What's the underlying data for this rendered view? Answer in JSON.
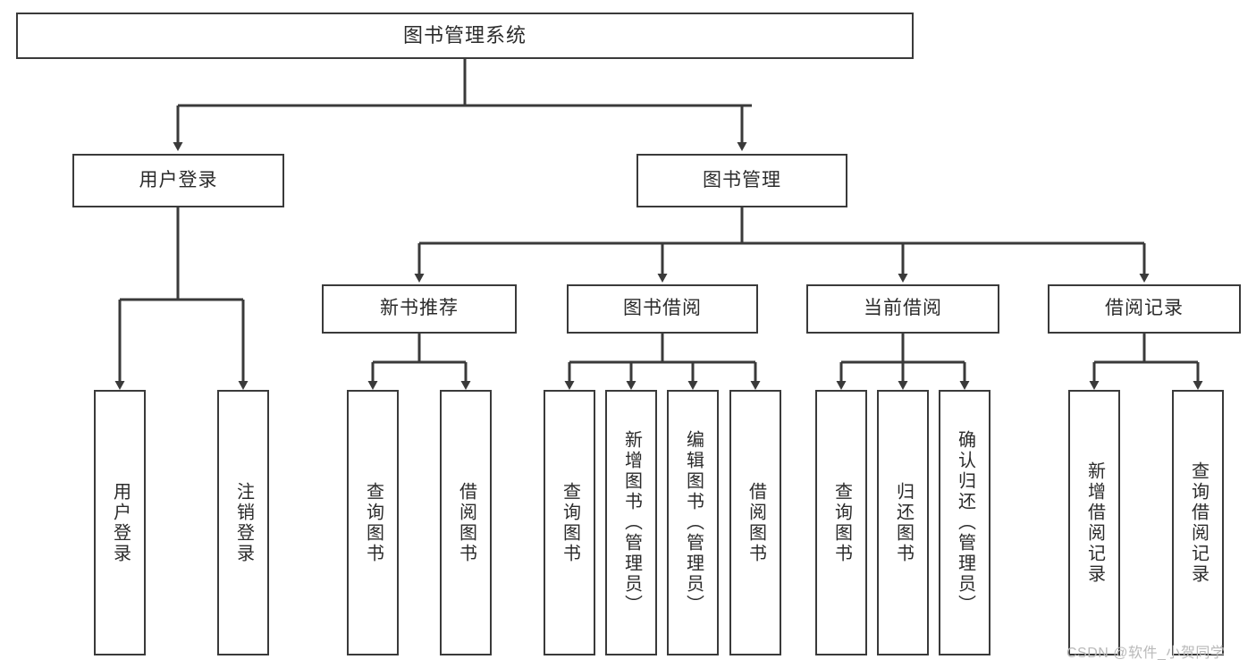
{
  "diagram": {
    "title_node": {
      "label": "图书管理系统"
    },
    "level2": [
      {
        "label": "用户登录"
      },
      {
        "label": "图书管理"
      }
    ],
    "level3": [
      {
        "label": "新书推荐"
      },
      {
        "label": "图书借阅"
      },
      {
        "label": "当前借阅"
      },
      {
        "label": "借阅记录"
      }
    ],
    "leaves": {
      "user_login": [
        {
          "label": "用户登录"
        },
        {
          "label": "注销登录"
        }
      ],
      "new_book_recommend": [
        {
          "label": "查询图书"
        },
        {
          "label": "借阅图书"
        }
      ],
      "book_borrow": [
        {
          "label": "查询图书"
        },
        {
          "label": "新增图书（管理员）"
        },
        {
          "label": "编辑图书（管理员）"
        },
        {
          "label": "借阅图书"
        }
      ],
      "current_borrow": [
        {
          "label": "查询图书"
        },
        {
          "label": "归还图书"
        },
        {
          "label": "确认归还（管理员）"
        }
      ],
      "borrow_record": [
        {
          "label": "新增借阅记录"
        },
        {
          "label": "查询借阅记录"
        }
      ]
    }
  },
  "watermark": {
    "text": "CSDN @软件_小贺同学"
  },
  "colors": {
    "box_border": "#3a3a3a",
    "text": "#2b2b2b",
    "line": "#3a3a3a",
    "background": "#ffffff",
    "watermark": "#b9b9b9"
  }
}
